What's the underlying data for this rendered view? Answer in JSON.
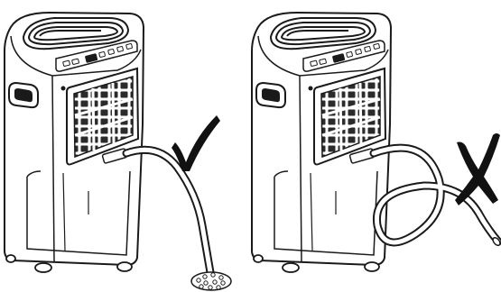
{
  "figure": {
    "panels": [
      {
        "id": "correct",
        "mark": "check-mark",
        "hose": "straight-to-drain"
      },
      {
        "id": "incorrect",
        "mark": "cross-mark",
        "hose": "looped-raised"
      }
    ],
    "colors": {
      "line": "#1a1a1a",
      "fill": "#ffffff",
      "grille": "#2b2b2b",
      "hose": "#9a9a9a",
      "mark": "#111111"
    }
  }
}
